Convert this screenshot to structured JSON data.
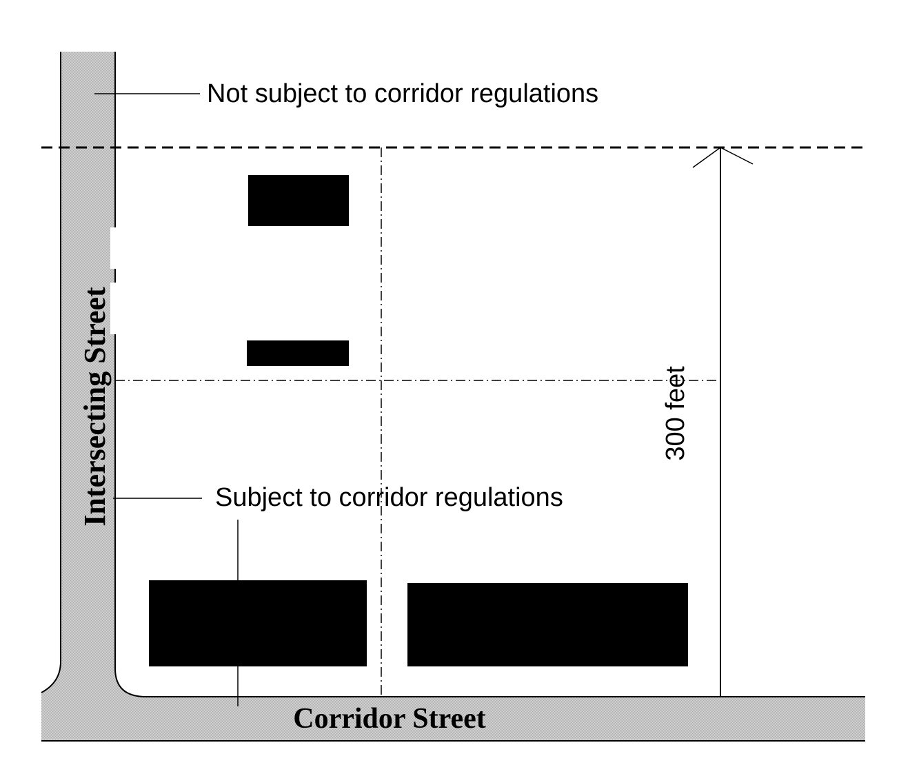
{
  "labels": {
    "not_subject": "Not subject to corridor regulations",
    "subject": "Subject to corridor regulations",
    "intersecting_street": "Intersecting Street",
    "corridor_street": "Corridor Street",
    "dimension": "300 feet"
  },
  "colors": {
    "street_fill": "#b8b8b8",
    "building_fill": "#000000",
    "line": "#000000",
    "background": "#ffffff"
  }
}
